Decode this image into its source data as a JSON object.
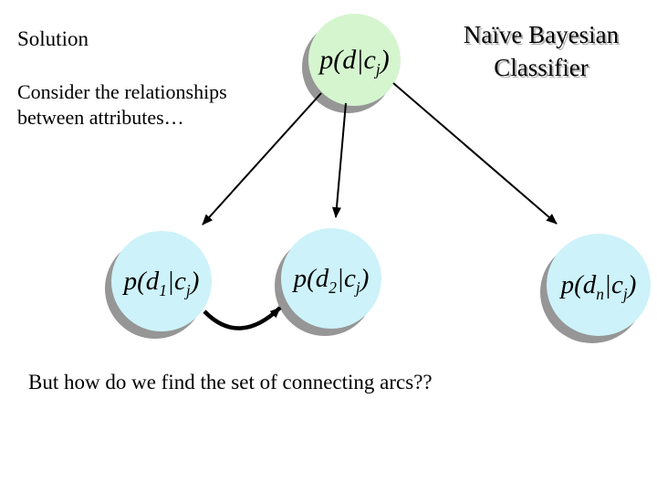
{
  "slide": {
    "heading": "Solution",
    "body_text": "Consider the relationships between attributes…",
    "title": "Naïve Bayesian Classifier",
    "footer_question": "But how do we find the set of connecting arcs??"
  },
  "colors": {
    "background": "#ffffff",
    "parent_node_fill": "#d5f5cf",
    "child_node_fill": "#cdf2f9",
    "node_shadow": "#969696",
    "title_shadow": "#b5b5b5",
    "edge_color": "#000000",
    "text_color": "#000000"
  },
  "diagram": {
    "nodes": [
      {
        "id": "parent",
        "text": "p(d|cj)",
        "label": {
          "pre": "p(d",
          "sub1": "",
          "mid": "|c",
          "sub2": "j",
          "post": ")"
        }
      },
      {
        "id": "d1",
        "text": "p(d1|cj)",
        "label": {
          "pre": "p(d",
          "sub1": "1",
          "mid": "|c",
          "sub2": "j",
          "post": ")"
        }
      },
      {
        "id": "d2",
        "text": "p(d2|cj)",
        "label": {
          "pre": "p(d",
          "sub1": "2",
          "mid": "|c",
          "sub2": "j",
          "post": ")"
        }
      },
      {
        "id": "dn",
        "text": "p(dn|cj)",
        "label": {
          "pre": "p(d",
          "sub1": "n",
          "mid": "|c",
          "sub2": "j",
          "post": ")"
        }
      }
    ],
    "edges": [
      {
        "from": "parent",
        "to": "d1",
        "style": "straight-arrow"
      },
      {
        "from": "parent",
        "to": "d2",
        "style": "straight-arrow"
      },
      {
        "from": "parent",
        "to": "dn",
        "style": "straight-arrow"
      },
      {
        "from": "d1",
        "to": "d2",
        "style": "curved-arrow"
      }
    ]
  }
}
